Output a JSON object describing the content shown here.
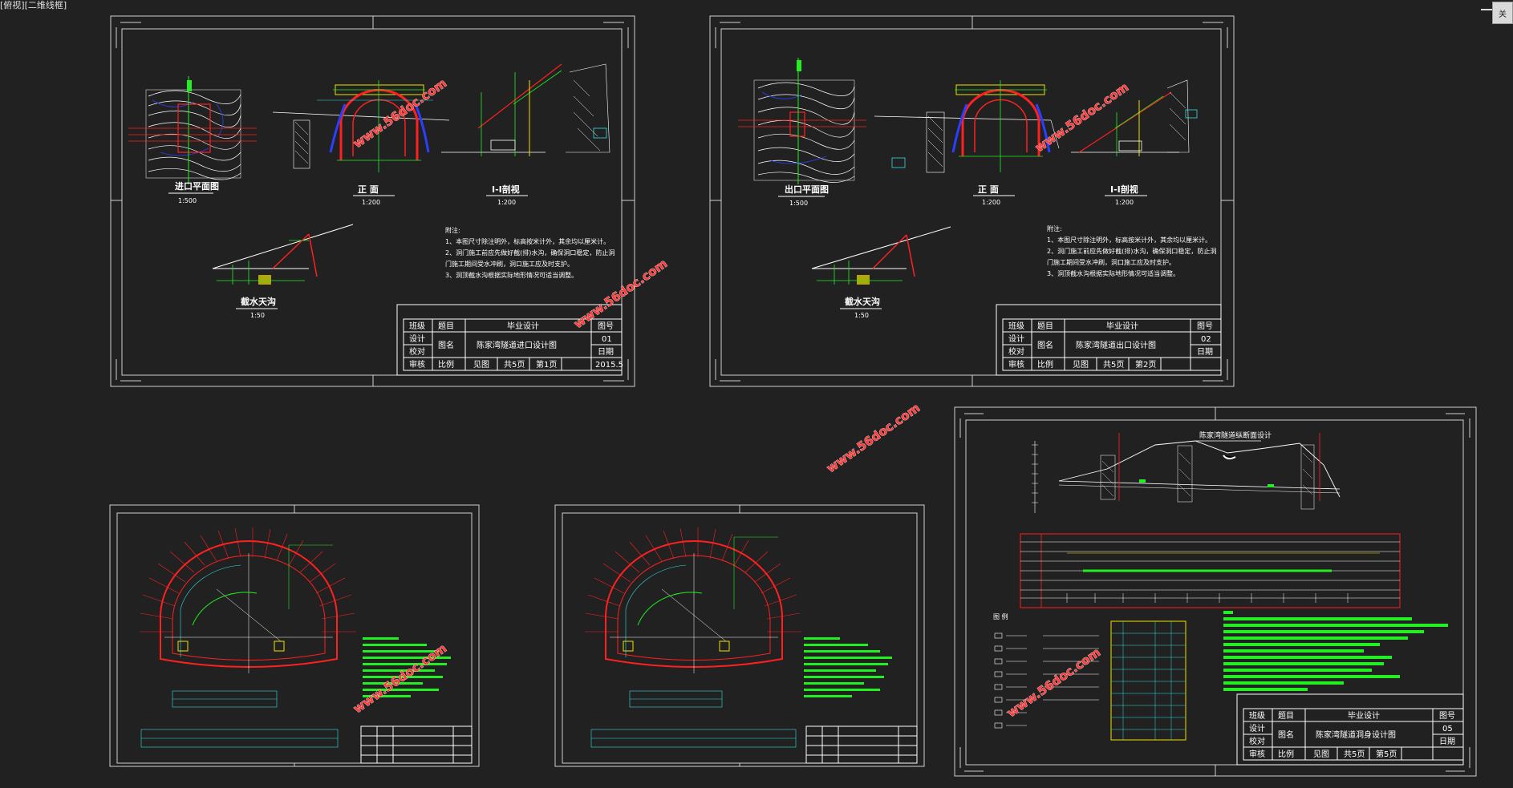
{
  "viewport": {
    "label": "[俯视][二维线框]",
    "cube_label": "关"
  },
  "watermark_text": "www.56doc.com",
  "sheets": [
    {
      "id": "sheet-1",
      "views": [
        {
          "caption": "进口平面图",
          "scale": "1:500"
        },
        {
          "caption": "正  面",
          "scale": "1:200"
        },
        {
          "caption": "I-I剖视",
          "scale": "1:200"
        },
        {
          "caption": "截水天沟",
          "scale": "1:50"
        }
      ],
      "notes_title": "附注:",
      "notes": [
        "1、本图尺寸除注明外，标高按米计外，其余均以厘米计。",
        "2、洞门施工前应先做好截(排)水沟，确保洞口稳定，防止洞",
        "   门施工期间受水冲刷，洞口施工应及时支护。",
        "3、洞顶截水沟根据实际地形情况可适当调整。"
      ],
      "title_block": {
        "r1": [
          "班级",
          "题目",
          "毕业设计",
          "图号"
        ],
        "r2": [
          "设计",
          "图名",
          "陈家湾隧道进口设计图",
          "01"
        ],
        "r3": [
          "校对",
          "",
          "",
          "日期"
        ],
        "r4": [
          "审核",
          "比例",
          "见图",
          "共5页",
          "第1页",
          "2015.5"
        ]
      }
    },
    {
      "id": "sheet-2",
      "views": [
        {
          "caption": "出口平面图",
          "scale": "1:500"
        },
        {
          "caption": "正  面",
          "scale": "1:200"
        },
        {
          "caption": "I-I剖视",
          "scale": "1:200"
        },
        {
          "caption": "截水天沟",
          "scale": "1:50"
        }
      ],
      "notes_title": "附注:",
      "notes": [
        "1、本图尺寸除注明外，标高按米计外，其余均以厘米计。",
        "2、洞门施工前应先做好截(排)水沟，确保洞口稳定，防止洞",
        "   门施工期间受水冲刷，洞口施工应及时支护。",
        "3、洞顶截水沟根据实际地形情况可适当调整。"
      ],
      "title_block": {
        "r1": [
          "班级",
          "题目",
          "毕业设计",
          "图号"
        ],
        "r2": [
          "设计",
          "图名",
          "陈家湾隧道出口设计图",
          "02"
        ],
        "r3": [
          "校对",
          "",
          "",
          "日期"
        ],
        "r4": [
          "审核",
          "比例",
          "见图",
          "共5页",
          "第2页",
          ""
        ]
      }
    },
    {
      "id": "sheet-3",
      "title": "陈家湾隧道纵断面设计",
      "legend_title": "图  例",
      "title_block": {
        "r1": [
          "班级",
          "题目",
          "毕业设计",
          "图号"
        ],
        "r2": [
          "设计",
          "图名",
          "陈家湾隧道洞身设计图",
          "05"
        ],
        "r3": [
          "校对",
          "",
          "",
          "日期"
        ],
        "r4": [
          "审核",
          "比例",
          "见图",
          "共5页",
          "第5页",
          ""
        ]
      }
    },
    {
      "id": "sheet-4"
    },
    {
      "id": "sheet-5"
    }
  ],
  "colors": {
    "background": "#212121",
    "frame": "#cfcfcf",
    "red": "#e02020",
    "green": "#22ee22",
    "cyan": "#33e0e0",
    "yellow": "#f0e000",
    "white": "#ffffff",
    "blue": "#2a40ff"
  }
}
